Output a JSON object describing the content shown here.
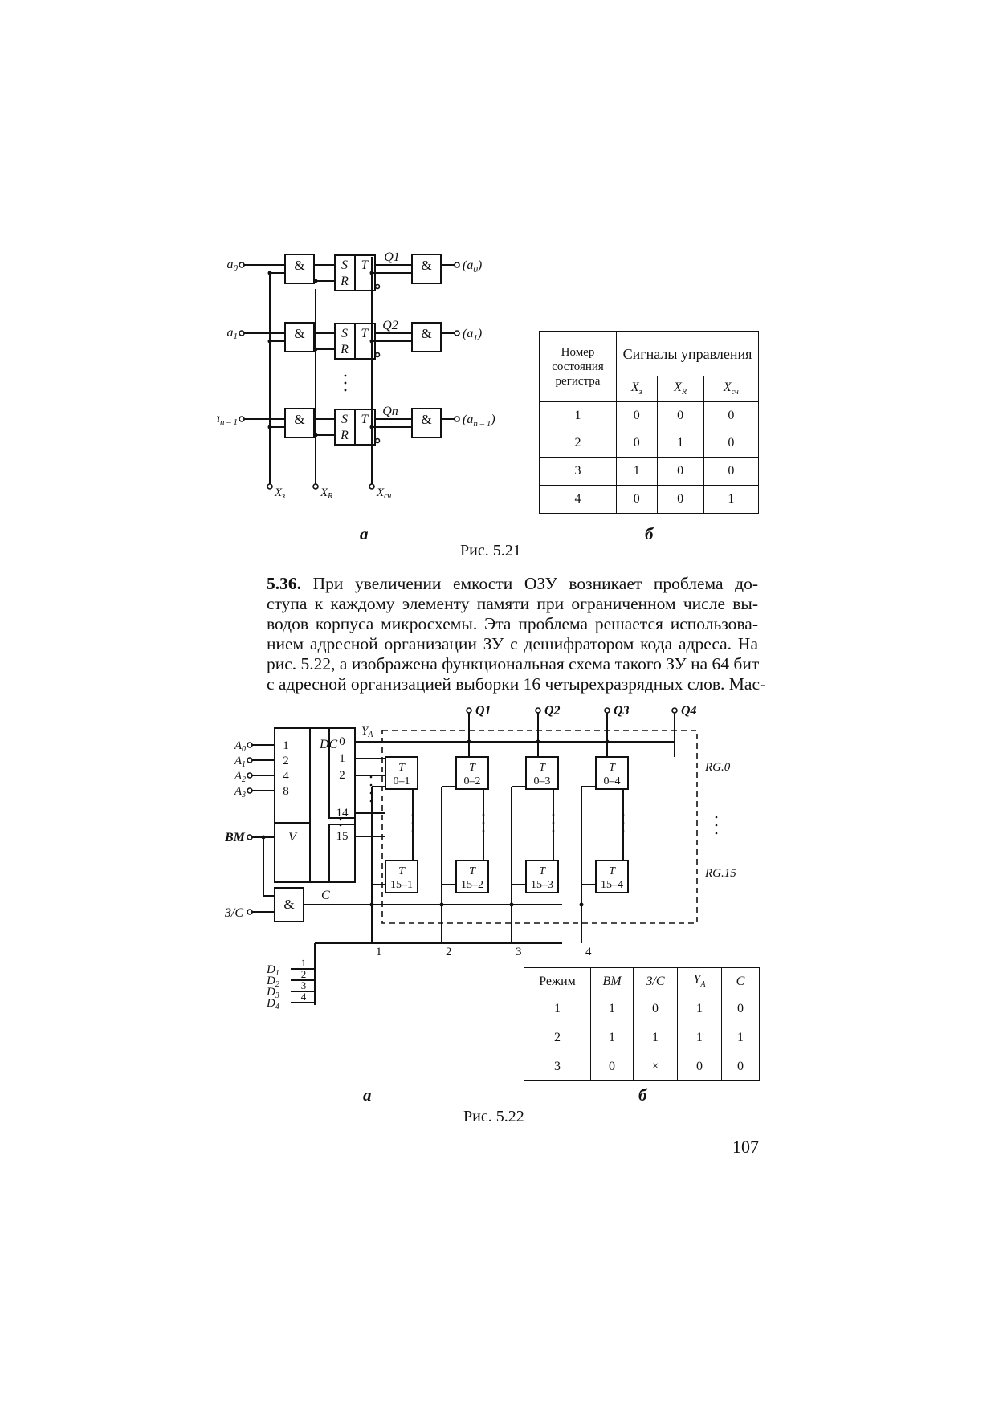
{
  "fig521": {
    "inputs": [
      "a",
      "a",
      "a"
    ],
    "input_subs": [
      "0",
      "1",
      "n – 1"
    ],
    "and_label": "&",
    "s_label": "S",
    "r_label": "R",
    "t_label": "T",
    "q_labels": [
      "Q1",
      "Q2",
      "Qn"
    ],
    "outputs": [
      "(a",
      "(a",
      "(a"
    ],
    "output_subs": [
      "0",
      "1",
      "n – 1"
    ],
    "control_labels": [
      "X",
      "X",
      "X"
    ],
    "control_subs": [
      "з",
      "R",
      "сч"
    ],
    "sub_a": "а",
    "sub_b": "б",
    "caption": "Рис. 5.21",
    "table": {
      "header1": "Номер состояния регистра",
      "header2": "Сигналы управления",
      "cols": [
        "X",
        "X",
        "X"
      ],
      "col_subs": [
        "з",
        "R",
        "сч"
      ],
      "rows": [
        [
          "1",
          "0",
          "0",
          "0"
        ],
        [
          "2",
          "0",
          "1",
          "0"
        ],
        [
          "3",
          "1",
          "0",
          "0"
        ],
        [
          "4",
          "0",
          "0",
          "1"
        ]
      ]
    }
  },
  "paragraph": {
    "number": "5.36.",
    "lines": [
      "При увеличении емкости ОЗУ возникает проблема до-",
      "ступа к каждому элементу памяти при ограниченном числе вы-",
      "водов корпуса микросхемы. Эта проблема решается использова-",
      "нием адресной организации ЗУ с дешифратором кода адреса. На",
      "рис. 5.22, а изображена функциональная схема такого ЗУ на 64 бит",
      "с адресной организацией выборки 16 четырехразрядных слов. Мас-"
    ]
  },
  "fig522": {
    "q_outputs": [
      "Q1",
      "Q2",
      "Q3",
      "Q4"
    ],
    "address_inputs": [
      "A",
      "A",
      "A",
      "A"
    ],
    "address_subs": [
      "0",
      "1",
      "2",
      "3"
    ],
    "weights": [
      "1",
      "2",
      "4",
      "8"
    ],
    "dc_label": "DC",
    "dc_outputs": [
      "0",
      "1",
      "2",
      "14",
      "15"
    ],
    "v_label": "V",
    "ya_label": "Y",
    "ya_sub": "A",
    "bm_label": "BM",
    "zs_label": "З/С",
    "and_label": "&",
    "c_label": "C",
    "cells_row0": [
      "0–1",
      "0–2",
      "0–3",
      "0–4"
    ],
    "cells_row15": [
      "15–1",
      "15–2",
      "15–3",
      "15–4"
    ],
    "cell_t": "T",
    "rg0": "RG.0",
    "rg15": "RG.15",
    "bus_numbers": [
      "1",
      "2",
      "3",
      "4"
    ],
    "data_inputs": [
      "D",
      "D",
      "D",
      "D"
    ],
    "data_subs": [
      "1",
      "2",
      "3",
      "4"
    ],
    "data_numbers": [
      "1",
      "2",
      "3",
      "4"
    ],
    "sub_a": "а",
    "sub_b": "б",
    "caption": "Рис. 5.22",
    "table": {
      "headers": [
        "Режим",
        "BM",
        "З/С",
        "Y",
        "C"
      ],
      "ya_sub": "A",
      "rows": [
        [
          "1",
          "1",
          "0",
          "1",
          "0"
        ],
        [
          "2",
          "1",
          "1",
          "1",
          "1"
        ],
        [
          "3",
          "0",
          "×",
          "0",
          "0"
        ]
      ]
    }
  },
  "page_number": "107"
}
